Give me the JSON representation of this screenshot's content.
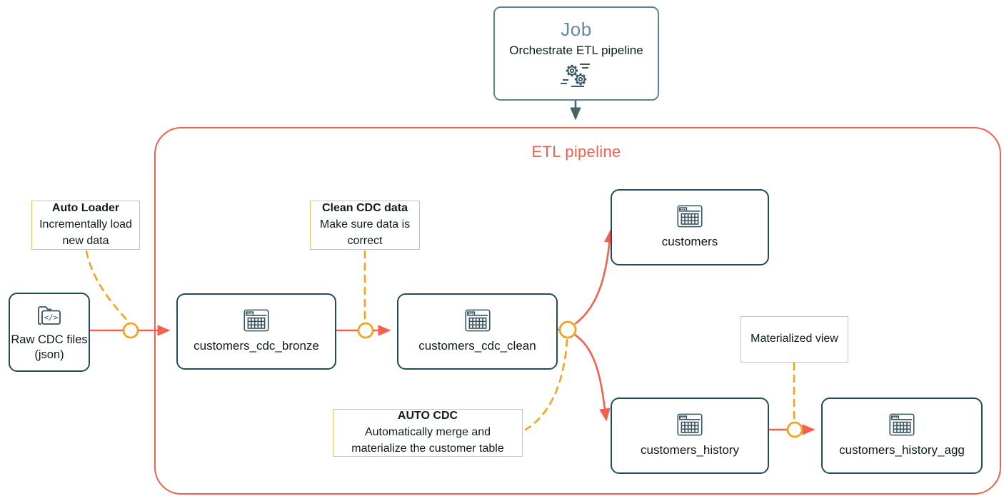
{
  "job": {
    "title": "Job",
    "subtitle": "Orchestrate ETL pipeline",
    "icon": "gears-icon"
  },
  "pipeline": {
    "title": "ETL pipeline"
  },
  "nodes": {
    "raw_cdc": {
      "label": "Raw CDC files (json)",
      "icon": "folder-code-icon"
    },
    "bronze": {
      "label": "customers_cdc_bronze",
      "icon": "table-icon"
    },
    "clean": {
      "label": "customers_cdc_clean",
      "icon": "table-icon"
    },
    "customers": {
      "label": "customers",
      "icon": "table-icon"
    },
    "history": {
      "label": "customers_history",
      "icon": "table-icon"
    },
    "history_agg": {
      "label": "customers_history_agg",
      "icon": "table-icon"
    }
  },
  "annotations": {
    "auto_loader": {
      "title": "Auto Loader",
      "body": "Incrementally load new data"
    },
    "clean_cdc": {
      "title": "Clean CDC data",
      "body": "Make sure data is correct"
    },
    "auto_cdc": {
      "title": "AUTO CDC",
      "body": "Automatically merge and materialize the customer table"
    },
    "materialized_view": {
      "body": "Materialized view"
    }
  },
  "colors": {
    "accent_red": "#f4604e",
    "accent_amber": "#f2a41d",
    "annotation_border": "#f5be62",
    "node_border": "#1f4d5c",
    "job_border": "#5e8494",
    "text": "#0e1a20"
  }
}
